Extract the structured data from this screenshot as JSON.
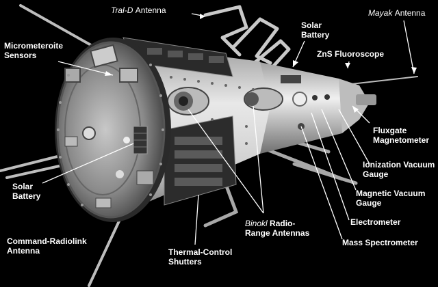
{
  "labels": {
    "tral_d": {
      "name": "Tral-D",
      "rest": "Antenna"
    },
    "mayak": {
      "name": "Mayak",
      "rest": "Antenna"
    },
    "solar_battery_top": {
      "line1": "Solar",
      "line2": "Battery"
    },
    "zns": {
      "text": "ZnS Fluoroscope"
    },
    "micrometeoroite": {
      "line1": "Micrometeroite",
      "line2": "Sensors"
    },
    "fluxgate": {
      "line1": "Fluxgate",
      "line2": "Magnetometer"
    },
    "ionization": {
      "line1": "Ionization Vacuum",
      "line2": "Gauge"
    },
    "magnetic": {
      "line1": "Magnetic Vacuum",
      "line2": "Gauge"
    },
    "solar_battery_left": {
      "line1": "Solar",
      "line2": "Battery"
    },
    "electrometer": {
      "text": "Electrometer"
    },
    "mass_spec": {
      "text": "Mass Spectrometer"
    },
    "binokl": {
      "name": "Binokl",
      "rest1": "Radio-",
      "line2": "Range Antennas"
    },
    "command": {
      "line1": "Command-Radiolink",
      "line2": "Antenna"
    },
    "thermal": {
      "line1": "Thermal-Control",
      "line2": "Shutters"
    }
  },
  "colors": {
    "background": "#000000",
    "text": "#ffffff",
    "leader": "#ffffff"
  }
}
